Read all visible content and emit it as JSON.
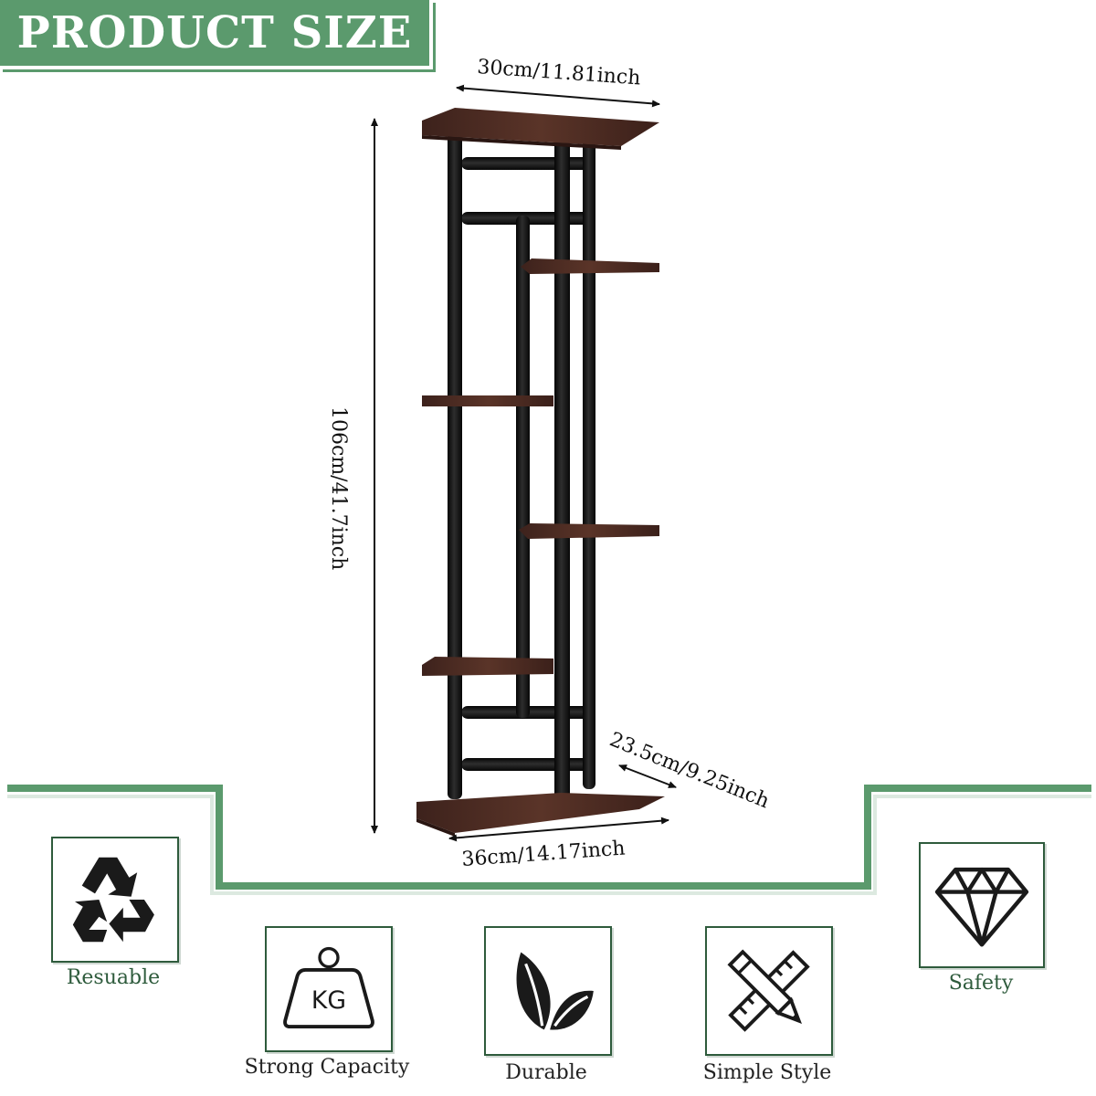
{
  "header": {
    "title": "PRODUCT SIZE"
  },
  "dimensions": {
    "width_top": "30cm/11.81inch",
    "height": "106cm/41.7inch",
    "depth": "23.5cm/9.25inch",
    "width_base": "36cm/14.17inch"
  },
  "features": [
    {
      "label": "Resuable",
      "icon": "recycle-icon"
    },
    {
      "label": "Strong Capacity",
      "icon": "kg-weight-icon"
    },
    {
      "label": "Durable",
      "icon": "leaf-icon"
    },
    {
      "label": "Simple Style",
      "icon": "pencil-ruler-icon"
    },
    {
      "label": "Safety",
      "icon": "diamond-icon"
    }
  ],
  "colors": {
    "accent_green": "#5b9a6d",
    "label_green": "#2e5b3c",
    "wood": "#4a2a22",
    "metal": "#1a1a1a"
  }
}
